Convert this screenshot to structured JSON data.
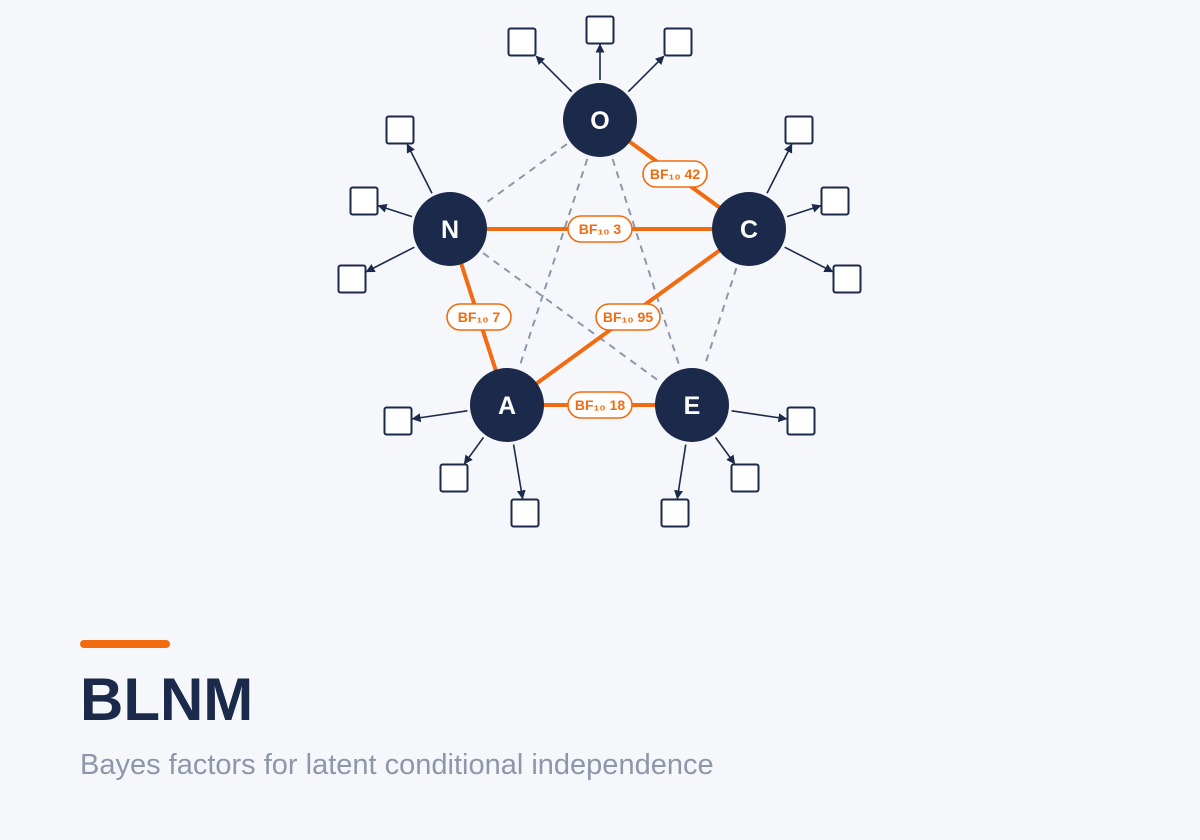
{
  "colors": {
    "background": "#f5f7fb",
    "node": "#1b2a4a",
    "accent": "#f26b10",
    "dashed": "#8e96aa",
    "title": "#1b2a4a",
    "subtitle": "#8e96aa",
    "indicator_fill": "#ffffff"
  },
  "diagram": {
    "nodes": [
      {
        "id": "O",
        "label": "O"
      },
      {
        "id": "N",
        "label": "N"
      },
      {
        "id": "C",
        "label": "C"
      },
      {
        "id": "A",
        "label": "A"
      },
      {
        "id": "E",
        "label": "E"
      }
    ],
    "strong_edges": [
      {
        "from": "O",
        "to": "C",
        "label": "BF₁₀ 42"
      },
      {
        "from": "N",
        "to": "C",
        "label": "BF₁₀ 3"
      },
      {
        "from": "N",
        "to": "A",
        "label": "BF₁₀ 7"
      },
      {
        "from": "C",
        "to": "A",
        "label": "BF₁₀ 95"
      },
      {
        "from": "A",
        "to": "E",
        "label": "BF₁₀ 18"
      }
    ],
    "weak_edges": [
      {
        "from": "O",
        "to": "N"
      },
      {
        "from": "O",
        "to": "A"
      },
      {
        "from": "O",
        "to": "E"
      },
      {
        "from": "N",
        "to": "E"
      },
      {
        "from": "C",
        "to": "E"
      }
    ],
    "indicators_per_node": 3
  },
  "header": {
    "title": "BLNM",
    "subtitle": "Bayes factors for latent conditional independence"
  }
}
